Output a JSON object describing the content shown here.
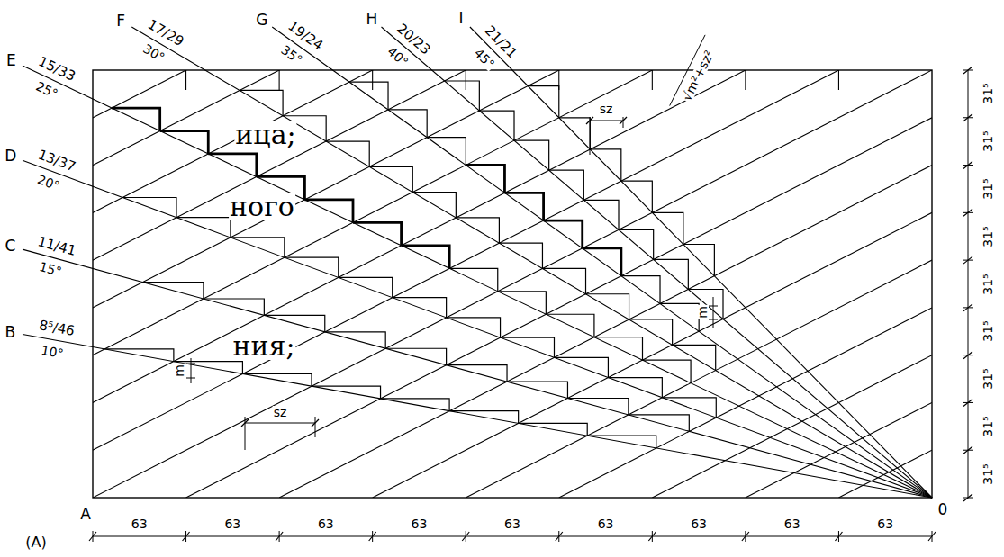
{
  "diagram": {
    "labels": [
      "A",
      "B",
      "8⁵/46",
      "10°",
      "C",
      "11/41",
      "15°",
      "D",
      "13/37",
      "20°",
      "E",
      "15/33",
      "25°",
      "F",
      "17/29",
      "30°",
      "G",
      "19/24",
      "35°",
      "H",
      "20/23",
      "40°",
      "I",
      "21/21",
      "45°",
      "0",
      "63",
      "63",
      "63",
      "63",
      "63",
      "63",
      "63",
      "63",
      "63",
      "31⁵",
      "31⁵",
      "31⁵",
      "31⁵",
      "31⁵",
      "31⁵",
      "31⁵",
      "31⁵",
      "31⁵",
      "sz",
      "m",
      "sz",
      "√m²+sz²",
      "m",
      "(A)",
      "ица;",
      "ного",
      "ния;"
    ]
  }
}
